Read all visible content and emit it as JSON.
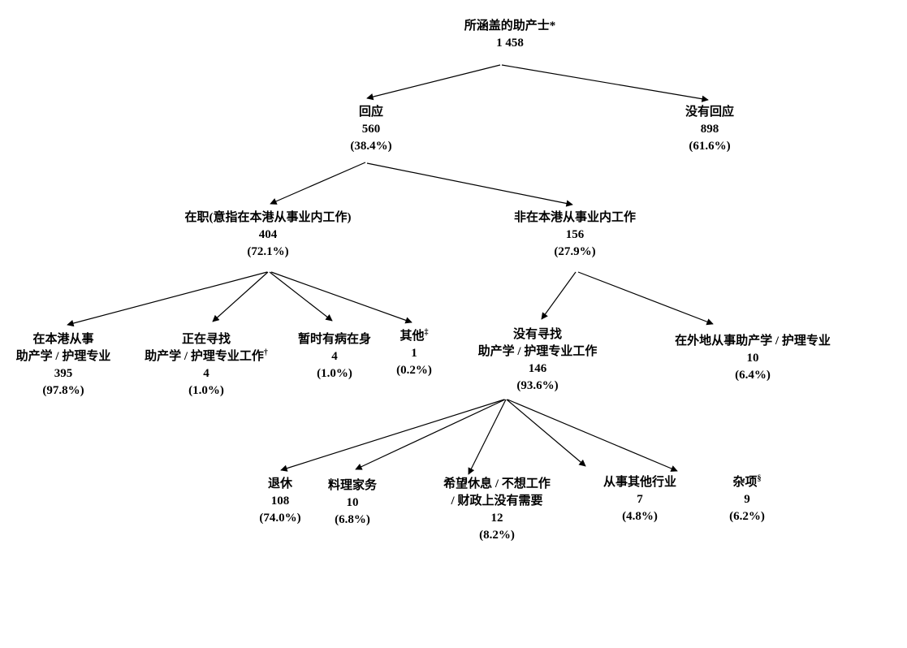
{
  "diagram": {
    "nodes": {
      "root": {
        "label": "所涵盖的助产士*",
        "value": "1 458"
      },
      "responded": {
        "label": "回应",
        "value": "560",
        "pct": "(38.4%)"
      },
      "no_response": {
        "label": "没有回应",
        "value": "898",
        "pct": "(61.6%)"
      },
      "in_service": {
        "label": "在职(意指在本港从事业内工作)",
        "value": "404",
        "pct": "(72.1%)"
      },
      "not_in_service": {
        "label": "非在本港从事业内工作",
        "value": "156",
        "pct": "(27.9%)"
      },
      "local_practice": {
        "line1": "在本港从事",
        "line2": "助产学 / 护理专业",
        "value": "395",
        "pct": "(97.8%)"
      },
      "seeking": {
        "line1": "正在寻找",
        "line2": "助产学 / 护理专业工作",
        "sup": "†",
        "value": "4",
        "pct": "(1.0%)"
      },
      "sick": {
        "label": "暂时有病在身",
        "value": "4",
        "pct": "(1.0%)"
      },
      "others": {
        "label": "其他",
        "sup": "‡",
        "value": "1",
        "pct": "(0.2%)"
      },
      "not_seeking": {
        "line1": "没有寻找",
        "line2": "助产学 / 护理专业工作",
        "value": "146",
        "pct": "(93.6%)"
      },
      "overseas": {
        "label": "在外地从事助产学 / 护理专业",
        "value": "10",
        "pct": "(6.4%)"
      },
      "retired": {
        "label": "退休",
        "value": "108",
        "pct": "(74.0%)"
      },
      "housework": {
        "label": "料理家务",
        "value": "10",
        "pct": "(6.8%)"
      },
      "rest": {
        "line1": "希望休息 / 不想工作",
        "line2": "/ 财政上没有需要",
        "value": "12",
        "pct": "(8.2%)"
      },
      "other_industry": {
        "label": "从事其他行业",
        "value": "7",
        "pct": "(4.8%)"
      },
      "misc": {
        "label": "杂项",
        "sup": "§",
        "value": "9",
        "pct": "(6.2%)"
      }
    },
    "edges": [
      [
        "root",
        "responded"
      ],
      [
        "root",
        "no_response"
      ],
      [
        "responded",
        "in_service"
      ],
      [
        "responded",
        "not_in_service"
      ],
      [
        "in_service",
        "local_practice"
      ],
      [
        "in_service",
        "seeking"
      ],
      [
        "in_service",
        "sick"
      ],
      [
        "in_service",
        "others"
      ],
      [
        "not_in_service",
        "not_seeking"
      ],
      [
        "not_in_service",
        "overseas"
      ],
      [
        "not_seeking",
        "retired"
      ],
      [
        "not_seeking",
        "housework"
      ],
      [
        "not_seeking",
        "rest"
      ],
      [
        "not_seeking",
        "other_industry"
      ],
      [
        "not_seeking",
        "misc"
      ]
    ]
  }
}
